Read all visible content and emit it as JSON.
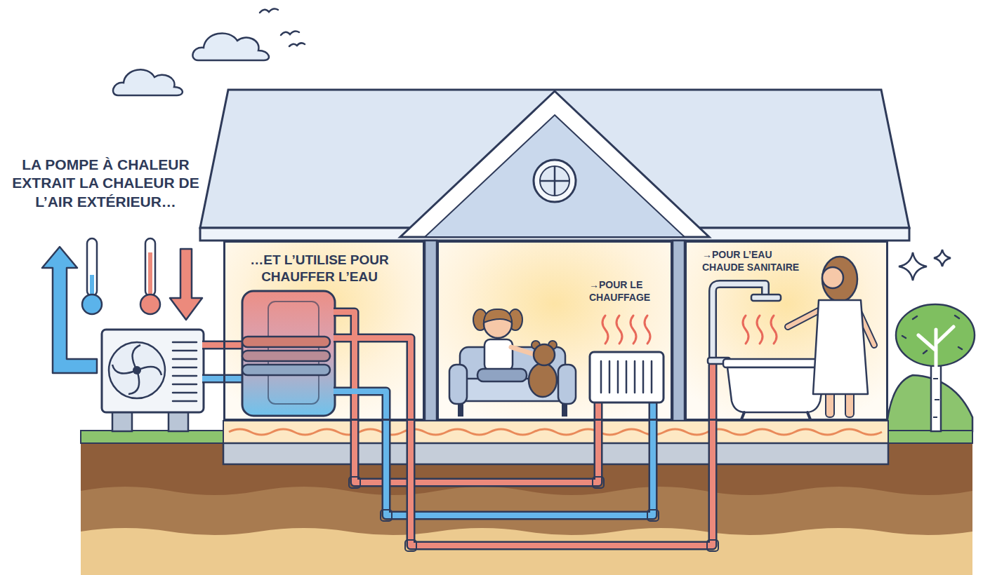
{
  "diagram": {
    "nodes": [
      {
        "text": [
          "…ET L’UTILISE POUR CHAUFFER L’EAU"
        ]
      },
      {
        "text": [
          "→POUR LE CHAUFFAGE"
        ]
      },
      {
        "text": [
          "→POUR L’EAU CHAUDE SANITAIRE"
        ]
      }
    ],
    "edges": [
      {
        "from": 0,
        "to": 1,
        "arrow": "none"
      },
      {
        "from": 0,
        "to": 1,
        "arrow": "none"
      },
      {
        "from": 0,
        "to": 2,
        "arrow": "none"
      }
    ],
    "labels": [
      "LA POMPE À CHALEUR EXTRAIT LA CHALEUR DE L’AIR EXTÉRIEUR…"
    ]
  }
}
